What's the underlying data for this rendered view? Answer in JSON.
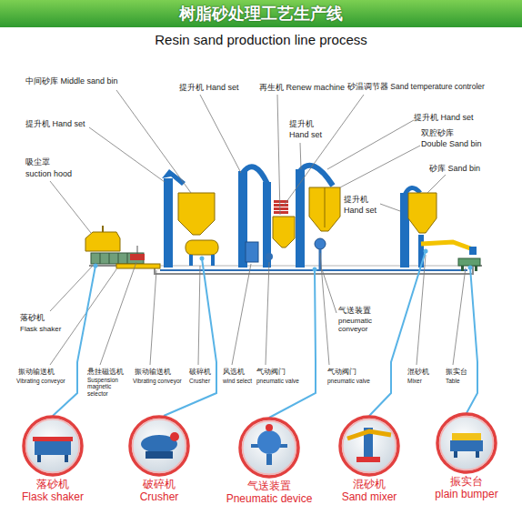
{
  "diagram": {
    "title": "树脂砂处理工艺生产线",
    "nodes": [
      {
        "text": [
          "落砂机",
          "Flask shaker"
        ]
      },
      {
        "text": [
          "破碎机",
          "Crusher"
        ]
      },
      {
        "text": [
          "气送装置",
          "Pneumatic device"
        ]
      },
      {
        "text": [
          "混砂机",
          "Sand mixer"
        ]
      },
      {
        "text": [
          "振实台",
          "plain bumper"
        ]
      }
    ],
    "labels": [
      "Resin sand production line process",
      "中间砂库 Middle sand bin",
      "提升机 Hand set",
      "再生机 Renew machine",
      "砂温调节器 Sand temperature controler",
      "提升机 Hand set",
      "提升机",
      "Hand set",
      "提升机 Hand set",
      "双腔砂库",
      "Double Sand bin",
      "吸尘罩",
      "suction hood",
      "提升机",
      "Hand set",
      "砂库 Sand bin",
      "落砂机",
      "Flask shaker",
      "气送装置",
      "pneumatic conveyor",
      "振动输送机",
      "Vibrating conveyor",
      "悬挂磁选机",
      "Suspension magnetic selector",
      "振动输送机",
      "Vibrating conveyor",
      "破碎机",
      "Crusher",
      "风选机",
      "wind select",
      "气动阀门",
      "pneumatic valve",
      "气动阀门",
      "pneumatic valve",
      "混砂机",
      "Mixer",
      "振实台",
      "Table"
    ]
  }
}
